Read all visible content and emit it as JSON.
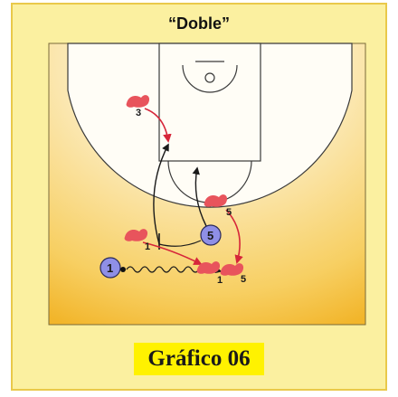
{
  "title": "“Doble”",
  "caption": "Gráfico 06",
  "players": {
    "offense": [
      {
        "number": "1",
        "icon": "offensive-player-circle-icon"
      },
      {
        "number": "5",
        "icon": "offensive-player-circle-icon"
      }
    ],
    "defense": [
      {
        "number": "3",
        "icon": "defender-hand-icon"
      },
      {
        "number": "5",
        "icon": "defender-hand-icon"
      },
      {
        "number": "1",
        "icon": "defender-hand-icon"
      },
      {
        "number": "1",
        "icon": "defender-hand-icon"
      },
      {
        "number": "5",
        "icon": "defender-hand-icon"
      }
    ]
  },
  "colors": {
    "background": "#fbf0a0",
    "border": "#e9c94a",
    "court_light": "#fdf7e4",
    "court_dark": "#f5c240",
    "defender": "#e8545c",
    "arrow": "#d6263a",
    "offense_fill": "#8f8fe6",
    "caption_highlight": "#fff200"
  }
}
